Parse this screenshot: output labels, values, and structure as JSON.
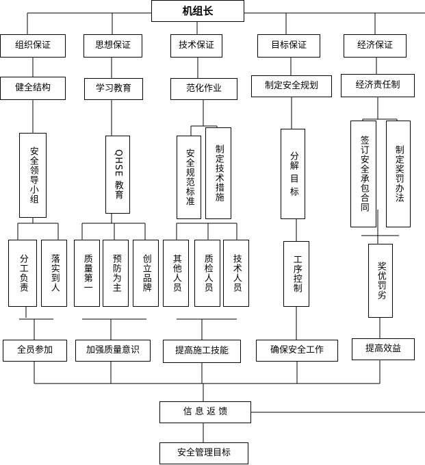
{
  "root": "机组长",
  "pillars": [
    {
      "head": "组织保证",
      "measure": "健全结构"
    },
    {
      "head": "思想保证",
      "measure": "学习教育"
    },
    {
      "head": "技术保证",
      "measure": "范化作业"
    },
    {
      "head": "目标保证",
      "measure": "制定安全规划"
    },
    {
      "head": "经济保证",
      "measure": "经济责任制"
    }
  ],
  "org": {
    "group": "安全领导小组",
    "subs": [
      "分工负责",
      "落实到人"
    ],
    "result": "全员参加"
  },
  "thought": {
    "group": "QHSE 教育",
    "subs": [
      "质量第一",
      "预防为主",
      "创立品牌"
    ],
    "result": "加强质量意识"
  },
  "tech": {
    "groups": [
      "安全规范标准",
      "制定技术措施"
    ],
    "subs": [
      "其他人员",
      "质检人员",
      "技术人员"
    ],
    "result": "提高施工技能"
  },
  "target": {
    "group": "分解 目 标",
    "sub": "工序控制",
    "result": "确保安全工作"
  },
  "econ": {
    "groups": [
      "签订安全承包合同",
      "制定奖罚办法"
    ],
    "sub": "奖优罚劣",
    "result": "提高效益"
  },
  "feedback": "信 息 返 馈",
  "goal": "安全管理目标"
}
